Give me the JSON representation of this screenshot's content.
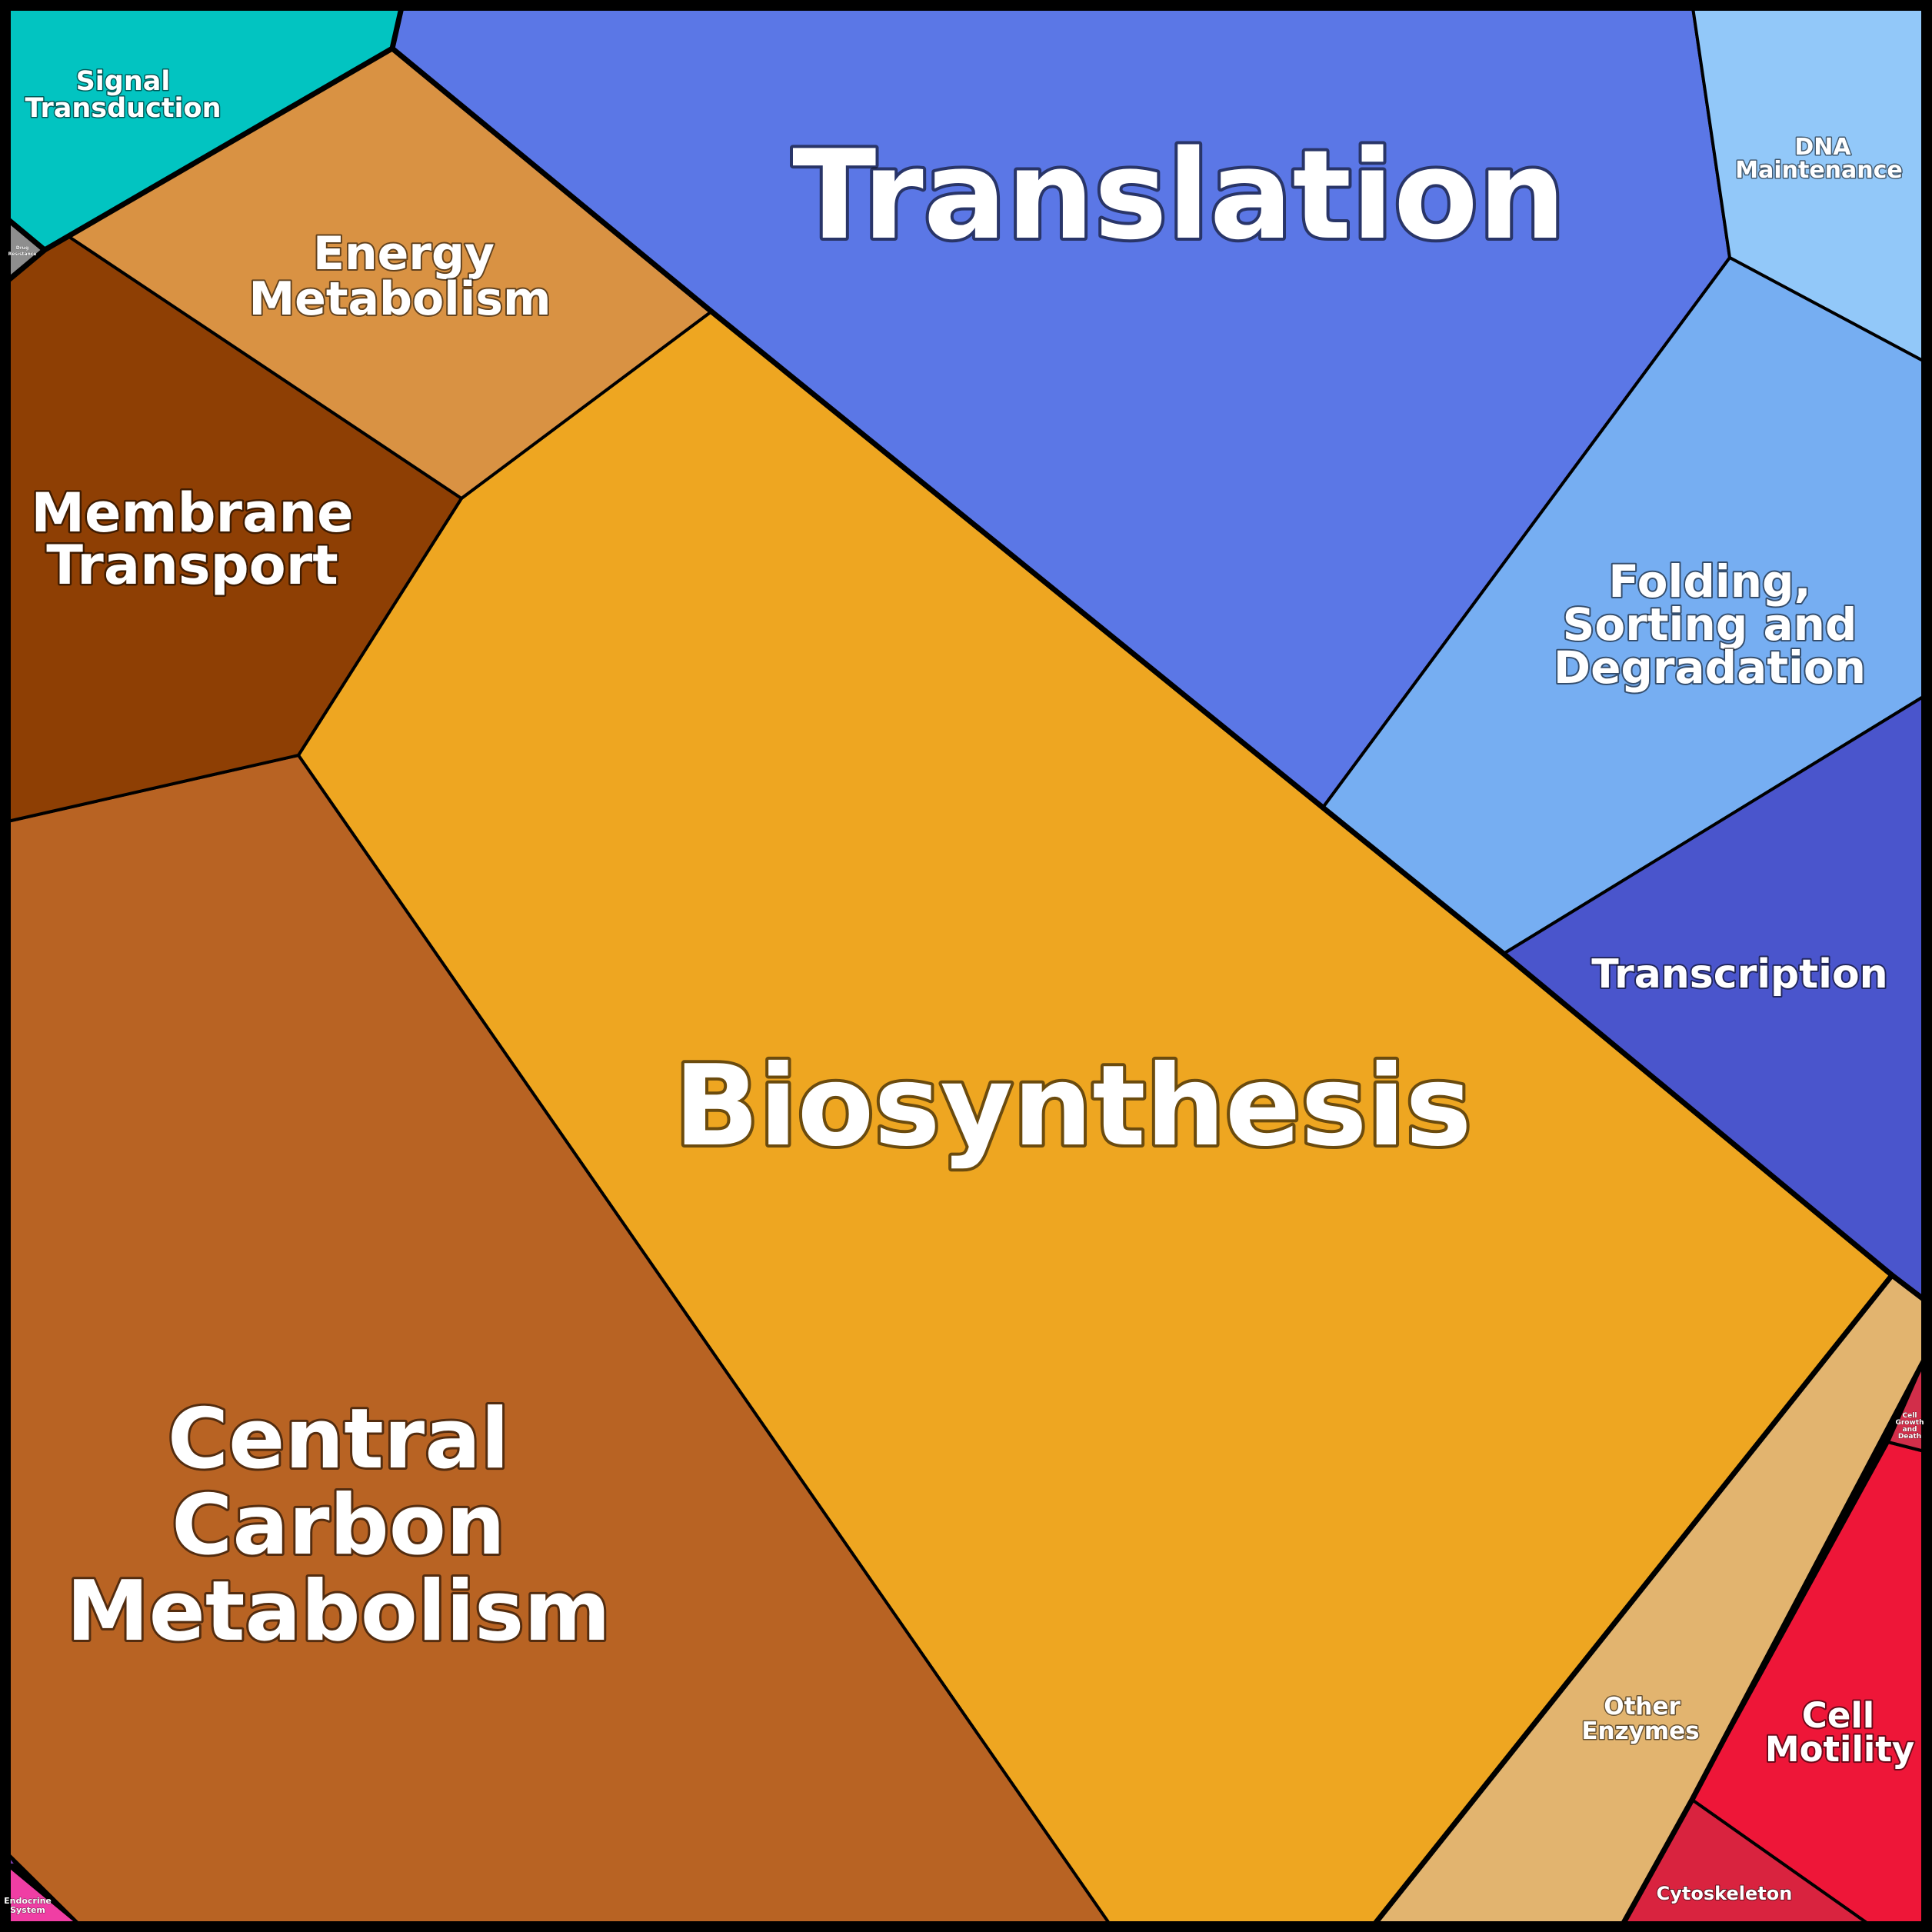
{
  "diagram": {
    "type": "voronoi-treemap",
    "cells": [
      {
        "id": "translation",
        "label": "Translation",
        "color": "#5b77e6"
      },
      {
        "id": "dna-maintenance",
        "label": "DNA Maintenance",
        "color": "#92c8f9"
      },
      {
        "id": "folding-sorting-degradation",
        "label": "Folding, Sorting and Degradation",
        "color": "#76aef2"
      },
      {
        "id": "transcription",
        "label": "Transcription",
        "color": "#4a55cc"
      },
      {
        "id": "biosynthesis",
        "label": "Biosynthesis",
        "color": "#eea621"
      },
      {
        "id": "central-carbon-metabolism",
        "label": "Central Carbon Metabolism",
        "color": "#b86323"
      },
      {
        "id": "membrane-transport",
        "label": "Membrane Transport",
        "color": "#8e3f04"
      },
      {
        "id": "energy-metabolism",
        "label": "Energy Metabolism",
        "color": "#d99243"
      },
      {
        "id": "signal-transduction",
        "label": "Signal Transduction",
        "color": "#02c4c1"
      },
      {
        "id": "drug-resistance",
        "label": "Drug Resistance",
        "color": "#8e8e8e"
      },
      {
        "id": "other-enzymes",
        "label": "Other Enzymes",
        "color": "#e2b46f"
      },
      {
        "id": "cell-motility",
        "label": "Cell Motility",
        "color": "#ee1638"
      },
      {
        "id": "cell-growth-and-death",
        "label": "Cell Growth and Death",
        "color": "#d22e4a"
      },
      {
        "id": "cytoskeleton",
        "label": "Cytoskeleton",
        "color": "#d9233f"
      },
      {
        "id": "endocrine-system",
        "label": "Endocrine System",
        "color": "#f03ea4"
      },
      {
        "id": "endocrine-sliver",
        "label": "",
        "color": "#7a3aa8"
      }
    ]
  }
}
